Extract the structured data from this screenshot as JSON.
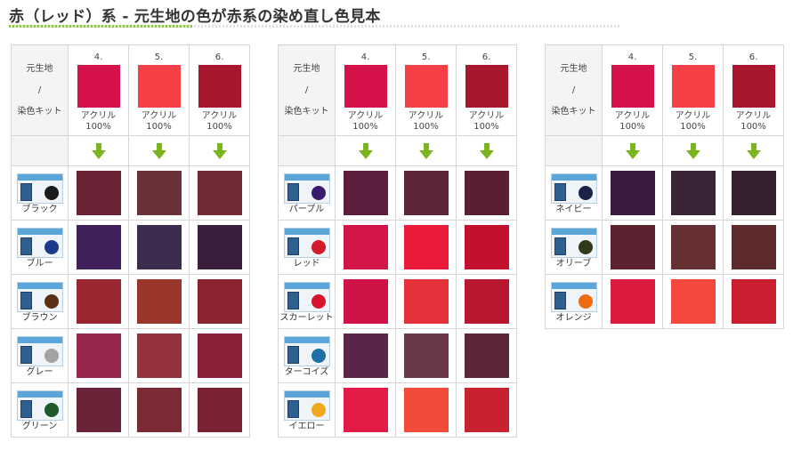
{
  "title": "赤（レッド）系 - 元生地の色が赤系の染め直し色見本",
  "header_label": [
    "元生地",
    "/",
    "染色キット"
  ],
  "fabrics": [
    {
      "number": "4.",
      "name": "アクリル",
      "percent": "100%",
      "color": "#d5134a"
    },
    {
      "number": "5.",
      "name": "アクリル",
      "percent": "100%",
      "color": "#f63f46"
    },
    {
      "number": "6.",
      "name": "アクリル",
      "percent": "100%",
      "color": "#a8172d"
    }
  ],
  "arrow_color": "#7ab51d",
  "tables": [
    {
      "rows": [
        {
          "kit": "ブラック",
          "kit_color": "#1a1a1a",
          "results": [
            "#6a2436",
            "#6a3238",
            "#6f2a33"
          ]
        },
        {
          "kit": "ブルー",
          "kit_color": "#1b3a8c",
          "results": [
            "#40205a",
            "#3d2c4e",
            "#3a1f3c"
          ]
        },
        {
          "kit": "ブラウン",
          "kit_color": "#5b3116",
          "results": [
            "#9a2632",
            "#98372a",
            "#8a2430"
          ]
        },
        {
          "kit": "グレー",
          "kit_color": "#a3a3a3",
          "results": [
            "#98274d",
            "#94333f",
            "#8a2038"
          ]
        },
        {
          "kit": "グリーン",
          "kit_color": "#1f5a2a",
          "results": [
            "#6a2438",
            "#7c2a33",
            "#7b2232"
          ]
        }
      ]
    },
    {
      "rows": [
        {
          "kit": "パープル",
          "kit_color": "#3a1a6e",
          "results": [
            "#5c1e3e",
            "#5c2637",
            "#5a1f33"
          ]
        },
        {
          "kit": "レッド",
          "kit_color": "#d11a2a",
          "results": [
            "#d41548",
            "#ea1a3a",
            "#c2102e"
          ]
        },
        {
          "kit": "スカーレット",
          "kit_color": "#d8142c",
          "results": [
            "#cf1346",
            "#e4313a",
            "#b8182f"
          ]
        },
        {
          "kit": "ターコイズ",
          "kit_color": "#1c6fa8",
          "results": [
            "#5a2549",
            "#6a3848",
            "#5d2638"
          ]
        },
        {
          "kit": "イエロー",
          "kit_color": "#f2a81c",
          "results": [
            "#e21c46",
            "#f44a3a",
            "#c82130"
          ]
        }
      ]
    },
    {
      "rows": [
        {
          "kit": "ネイビー",
          "kit_color": "#1a2248",
          "results": [
            "#3a1b40",
            "#3a2437",
            "#34202e"
          ]
        },
        {
          "kit": "オリーブ",
          "kit_color": "#2e3a1a",
          "results": [
            "#5c2230",
            "#663032",
            "#5e2b2c"
          ]
        },
        {
          "kit": "オレンジ",
          "kit_color": "#f06a14",
          "results": [
            "#da1b3e",
            "#f4473e",
            "#c91f31"
          ]
        }
      ]
    }
  ]
}
